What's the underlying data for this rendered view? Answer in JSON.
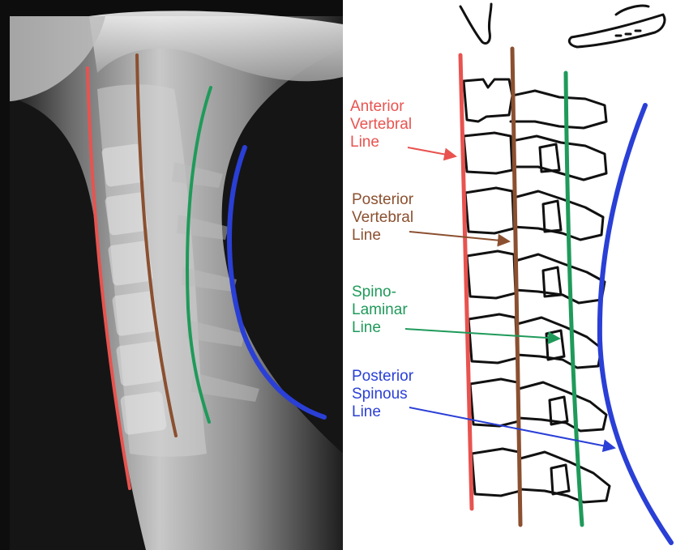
{
  "lines": [
    {
      "id": "anterior-vertebral",
      "label": "Anterior\nVertebral\nLine",
      "color": "#e8534f"
    },
    {
      "id": "posterior-vertebral",
      "label": "Posterior\nVertebral\nLine",
      "color": "#8b5030"
    },
    {
      "id": "spinolaminar",
      "label": "Spino-\nLaminar\nLine",
      "color": "#1f9a5a"
    },
    {
      "id": "posterior-spinous",
      "label": "Posterior\nSpinous\nLine",
      "color": "#2a3fd6"
    }
  ]
}
